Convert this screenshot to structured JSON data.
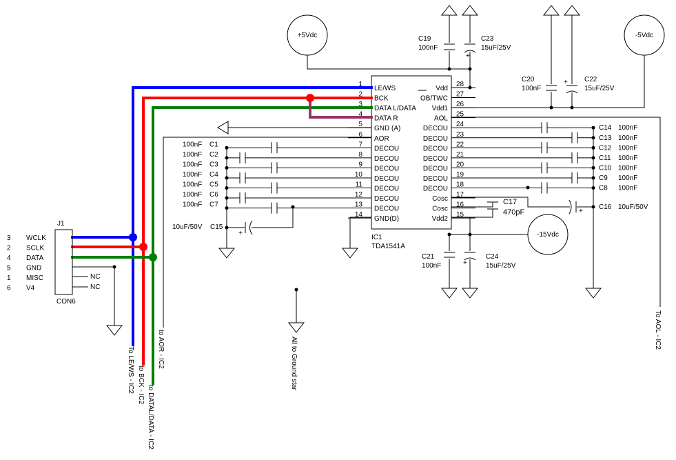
{
  "ic": {
    "ref": "IC1",
    "part": "TDA1541A",
    "left_pins": [
      {
        "num": "1",
        "name": "LE/WS"
      },
      {
        "num": "2",
        "name": "BCK"
      },
      {
        "num": "3",
        "name": "DATA L/DATA"
      },
      {
        "num": "4",
        "name": "DATA R"
      },
      {
        "num": "5",
        "name": "GND (A)"
      },
      {
        "num": "6",
        "name": "AOR"
      },
      {
        "num": "7",
        "name": "DECOU"
      },
      {
        "num": "8",
        "name": "DECOU"
      },
      {
        "num": "9",
        "name": "DECOU"
      },
      {
        "num": "10",
        "name": "DECOU"
      },
      {
        "num": "11",
        "name": "DECOU"
      },
      {
        "num": "12",
        "name": "DECOU"
      },
      {
        "num": "13",
        "name": "DECOU"
      },
      {
        "num": "14",
        "name": "GND(D)"
      }
    ],
    "right_pins": [
      {
        "num": "28",
        "name": "Vdd"
      },
      {
        "num": "27",
        "name": "OB/TWC"
      },
      {
        "num": "26",
        "name": "Vdd1"
      },
      {
        "num": "25",
        "name": "AOL"
      },
      {
        "num": "24",
        "name": "DECOU"
      },
      {
        "num": "23",
        "name": "DECOU"
      },
      {
        "num": "22",
        "name": "DECOU"
      },
      {
        "num": "21",
        "name": "DECOU"
      },
      {
        "num": "20",
        "name": "DECOU"
      },
      {
        "num": "19",
        "name": "DECOU"
      },
      {
        "num": "18",
        "name": "DECOU"
      },
      {
        "num": "17",
        "name": "Cosc"
      },
      {
        "num": "16",
        "name": "Cosc"
      },
      {
        "num": "15",
        "name": "Vdd2"
      }
    ]
  },
  "supplies": {
    "pos5": "+5Vdc",
    "neg5": "-5Vdc",
    "neg15": "-15Vdc"
  },
  "top_caps": {
    "c19": {
      "ref": "C19",
      "val": "100nF"
    },
    "c23": {
      "ref": "C23",
      "val": "15uF/25V"
    },
    "c20": {
      "ref": "C20",
      "val": "100nF"
    },
    "c22": {
      "ref": "C22",
      "val": "15uF/25V"
    },
    "c21": {
      "ref": "C21",
      "val": "100nF"
    },
    "c24": {
      "ref": "C24",
      "val": "15uF/25V"
    }
  },
  "left_caps": [
    {
      "val": "100nF",
      "ref": "C1"
    },
    {
      "val": "100nF",
      "ref": "C2"
    },
    {
      "val": "100nF",
      "ref": "C3"
    },
    {
      "val": "100nF",
      "ref": "C4"
    },
    {
      "val": "100nF",
      "ref": "C5"
    },
    {
      "val": "100nF",
      "ref": "C6"
    },
    {
      "val": "100nF",
      "ref": "C7"
    }
  ],
  "c15": {
    "val": "10uF/50V",
    "ref": "C15"
  },
  "right_caps": [
    {
      "ref": "C14",
      "val": "100nF"
    },
    {
      "ref": "C13",
      "val": "100nF"
    },
    {
      "ref": "C12",
      "val": "100nF"
    },
    {
      "ref": "C11",
      "val": "100nF"
    },
    {
      "ref": "C10",
      "val": "100nF"
    },
    {
      "ref": "C9",
      "val": "100nF"
    },
    {
      "ref": "C8",
      "val": "100nF"
    }
  ],
  "c16": {
    "ref": "C16",
    "val": "10uF/50V"
  },
  "c17": {
    "ref": "C17",
    "val": "470pF"
  },
  "connector": {
    "ref": "J1",
    "part": "CON6",
    "pins": [
      {
        "num": "3",
        "name": "WCLK"
      },
      {
        "num": "2",
        "name": "SCLK"
      },
      {
        "num": "4",
        "name": "DATA"
      },
      {
        "num": "5",
        "name": "GND"
      },
      {
        "num": "1",
        "name": "MISC"
      },
      {
        "num": "6",
        "name": "V4"
      }
    ],
    "nc": "NC"
  },
  "notes": {
    "to_lews": "To LE/WS - IC2",
    "to_bck": "to BCK - IC2",
    "to_data": "to DATAL/DATA - IC2",
    "to_aor": "to AOR - IC2",
    "ground_star": "All to Ground star",
    "to_aol": "To AOL - IC2"
  },
  "colors": {
    "ws": "#0000ff",
    "bck": "#ff0000",
    "data": "#008000",
    "data_r": "#993366"
  }
}
